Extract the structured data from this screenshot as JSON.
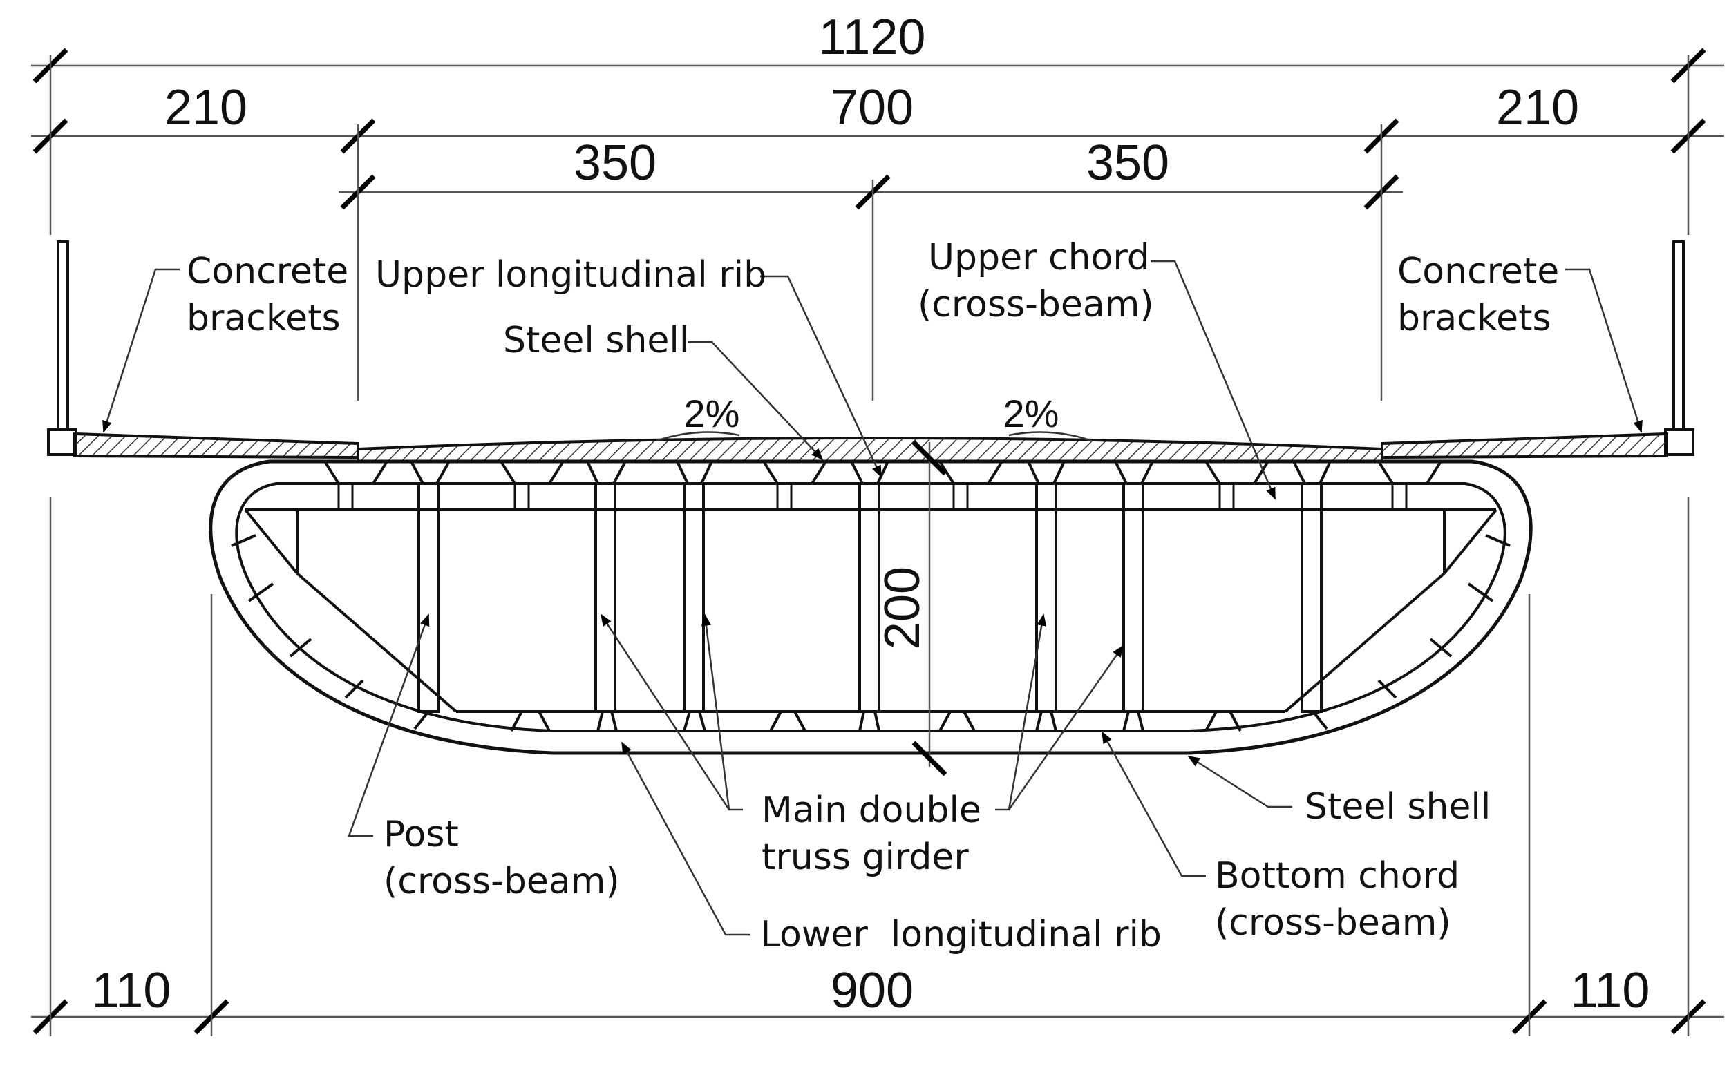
{
  "dimensions": {
    "total_width": "1120",
    "left_cantilever": "210",
    "deck_core": "700",
    "right_cantilever": "210",
    "half_left": "350",
    "half_right": "350",
    "depth": "200",
    "bottom_left": "110",
    "bottom_center": "900",
    "bottom_right": "110"
  },
  "slopes": {
    "left": "2%",
    "right": "2%"
  },
  "labels": {
    "concrete_brackets_left": [
      "Concrete",
      "brackets"
    ],
    "upper_longitudinal_rib": [
      "Upper longitudinal rib"
    ],
    "steel_shell_top": [
      "Steel shell"
    ],
    "upper_chord": [
      "Upper chord",
      "(cross-beam)"
    ],
    "concrete_brackets_right": [
      "Concrete",
      "brackets"
    ],
    "post": [
      "Post",
      "(cross-beam)"
    ],
    "main_double_truss": [
      "Main double",
      "truss girder"
    ],
    "steel_shell_bottom": [
      "Steel shell"
    ],
    "bottom_chord": [
      "Bottom chord",
      "(cross-beam)"
    ],
    "lower_longitudinal_rib": [
      "Lower  longitudinal rib"
    ]
  }
}
